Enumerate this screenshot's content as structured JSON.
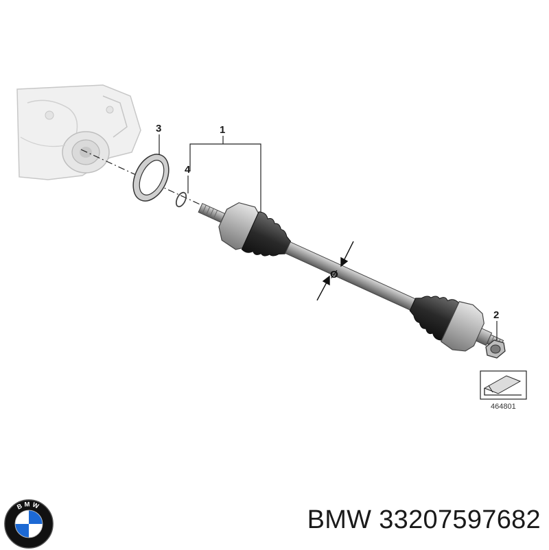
{
  "diagram": {
    "callouts": {
      "part1": "1",
      "part2": "2",
      "part3": "3",
      "part4": "4"
    },
    "reference_number": "464801",
    "diameter_symbol": "Ø"
  },
  "logo": {
    "text": "BMW",
    "colors": {
      "blue": "#1c69d4",
      "white": "#ffffff",
      "ring": "#111111"
    }
  },
  "caption": {
    "brand": "BMW",
    "part_number": "33207597682"
  }
}
